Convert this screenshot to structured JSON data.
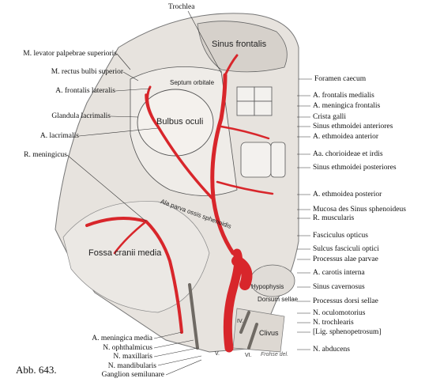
{
  "figure_label": "Abb. 643.",
  "signature": "Frohse del.",
  "labels_top": [
    "Trochlea"
  ],
  "labels_left": [
    "M. levator palpebrae superioris",
    "M. rectus bulbi superior",
    "A. frontalis lateralis",
    "Glandula lacrimalis",
    "A. lacrimalis",
    "R. meningicus"
  ],
  "labels_right": [
    "Foramen caecum",
    "A. frontalis medialis",
    "A. meningica frontalis",
    "Crista galli",
    "Sinus ethmoidei anteriores",
    "A. ethmoidea anterior",
    "Aa. chorioideae et irdis",
    "Sinus ethmoidei posteriores",
    "A. ethmoidea posterior",
    "Mucosa des Sinus sphenoideus",
    "R. muscularis",
    "Fasciculus opticus",
    "Sulcus fasciculi optici",
    "Processus alae parvae",
    "A. carotis interna",
    "Sinus cavernosus",
    "Processus dorsi sellae",
    "N. oculomotorius",
    "N. trochlearis",
    "[Lig. sphenopetrosum]",
    "N. abducens"
  ],
  "labels_bottom": [
    "A. meningica media",
    "N. ophthalmicus",
    "N. maxillaris",
    "N. mandibularis",
    "Ganglion semilunare"
  ],
  "inner_labels": {
    "sinus_frontalis": "Sinus frontalis",
    "bulbus_oculi": "Bulbus oculi",
    "septum_orbitale": "Septum orbitale",
    "fossa_cranii_media": "Fossa cranii media",
    "ala_parva": "Ala parva ossis sphenoidis",
    "hypophysis": "Hypophysis",
    "dorsum_sellae": "Dorsum sellae",
    "clivus": "Clivus",
    "roman_iv": "IV.",
    "roman_v": "V.",
    "roman_vi": "VI."
  },
  "colors": {
    "artery": "#d8262b",
    "bone": "#cfcac4",
    "bone_dark": "#8f8a85",
    "soft_tissue": "#e9e6e1",
    "leader": "#333333"
  }
}
